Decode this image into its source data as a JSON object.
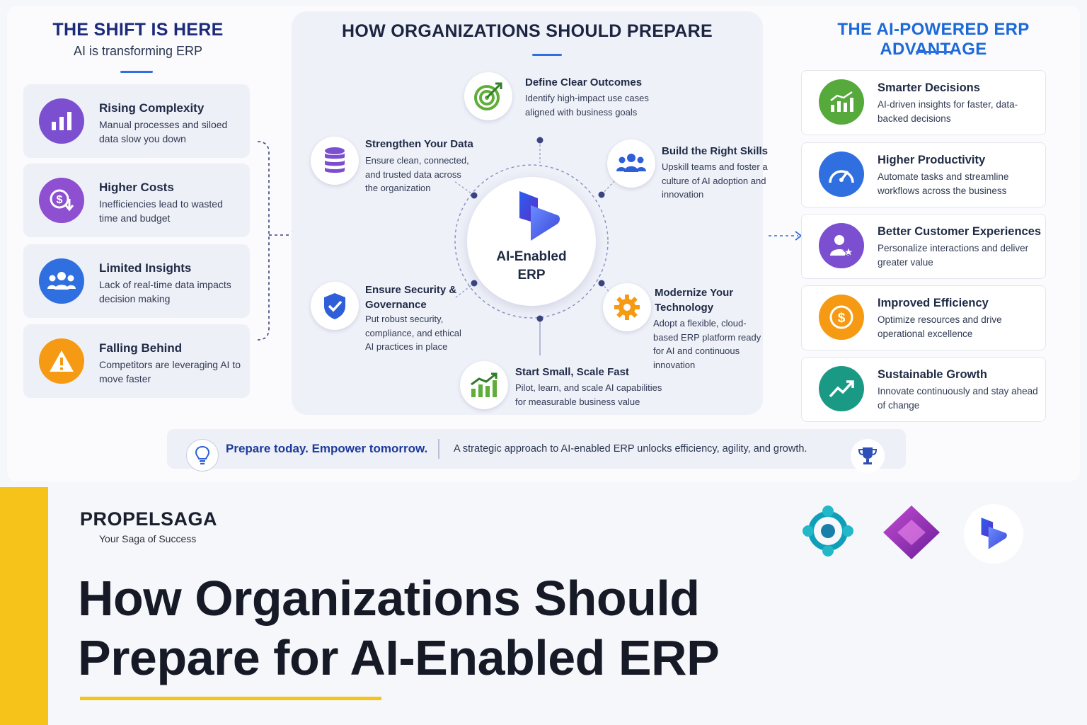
{
  "left": {
    "title": "THE SHIFT IS HERE",
    "subtitle": "AI is transforming ERP",
    "cards": [
      {
        "title": "Rising Complexity",
        "desc": "Manual processes and siloed data slow you down",
        "icon": "bar-chart-icon",
        "color": "#7b4fd0"
      },
      {
        "title": "Higher Costs",
        "desc": "Inefficiencies lead to wasted time and budget",
        "icon": "dollar-down-icon",
        "color": "#8e4fd0"
      },
      {
        "title": "Limited Insights",
        "desc": "Lack of real-time data impacts decision making",
        "icon": "people-icon",
        "color": "#2f6fe0"
      },
      {
        "title": "Falling Behind",
        "desc": "Competitors are leveraging AI to move faster",
        "icon": "warning-icon",
        "color": "#f59a12"
      }
    ]
  },
  "center": {
    "title": "HOW ORGANIZATIONS SHOULD PREPARE",
    "hub_label_1": "AI-Enabled",
    "hub_label_2": "ERP",
    "steps": [
      {
        "title": "Define Clear Outcomes",
        "desc": "Identify high-impact use cases aligned with business goals",
        "icon": "target-icon"
      },
      {
        "title": "Build the Right Skills",
        "desc": "Upskill teams and foster a culture of AI adoption and innovation",
        "icon": "team-icon"
      },
      {
        "title": "Modernize Your Technology",
        "desc": "Adopt a flexible, cloud-based ERP platform ready for AI and continuous innovation",
        "icon": "gear-icon"
      },
      {
        "title": "Start Small, Scale Fast",
        "desc": "Pilot, learn, and scale AI capabilities for measurable business value",
        "icon": "growth-chart-icon"
      },
      {
        "title": "Ensure Security & Governance",
        "desc": "Put robust security, compliance, and ethical AI practices in place",
        "icon": "shield-check-icon"
      },
      {
        "title": "Strengthen Your Data",
        "desc": "Ensure clean, connected, and trusted data across the organization",
        "icon": "database-icon"
      }
    ]
  },
  "right": {
    "title": "THE AI-POWERED ERP ADVANTAGE",
    "cards": [
      {
        "title": "Smarter Decisions",
        "desc": "AI-driven insights for faster, data-backed decisions",
        "icon": "chart-up-icon",
        "color": "#56a93b"
      },
      {
        "title": "Higher Productivity",
        "desc": "Automate tasks and streamline workflows across the business",
        "icon": "speedometer-icon",
        "color": "#2f6fe0"
      },
      {
        "title": "Better Customer Experiences",
        "desc": "Personalize interactions and deliver greater value",
        "icon": "user-star-icon",
        "color": "#7b4fd0"
      },
      {
        "title": "Improved Efficiency",
        "desc": "Optimize resources and drive operational excellence",
        "icon": "coin-icon",
        "color": "#f59a12"
      },
      {
        "title": "Sustainable Growth",
        "desc": "Innovate continuously and stay ahead of change",
        "icon": "trend-up-icon",
        "color": "#1a9a85"
      }
    ]
  },
  "footer": {
    "strong": "Prepare today. Empower tomorrow.",
    "text": "A strategic approach to AI-enabled ERP unlocks efficiency, agility, and growth."
  },
  "banner": {
    "brand": "PROPELSAGA",
    "tagline": "Your Saga of Success",
    "headline_1": "How Organizations Should",
    "headline_2": "Prepare for AI-Enabled ERP"
  }
}
